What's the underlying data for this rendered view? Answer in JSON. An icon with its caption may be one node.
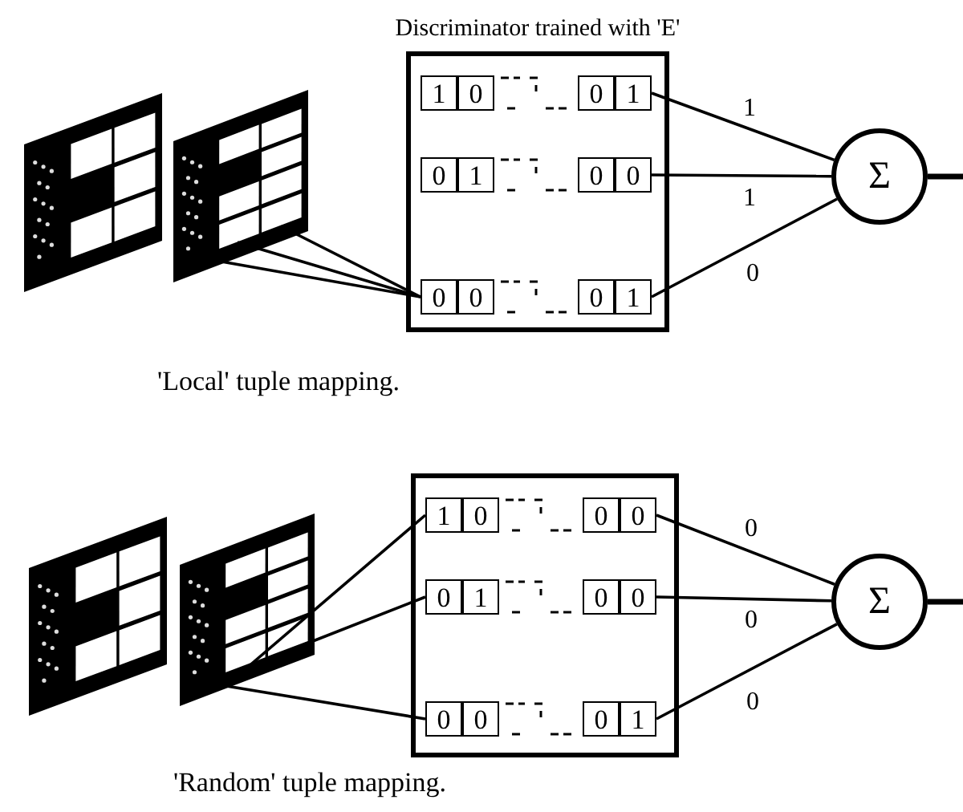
{
  "diagram": {
    "nodes": [
      {
        "text": [],
        "shape": "picture"
      },
      {
        "text": [],
        "shape": "picture"
      },
      {
        "text": [
          "Discriminator trained with 'E'"
        ]
      },
      {
        "text": [
          "1"
        ],
        "in": 2
      },
      {
        "text": [
          "0"
        ],
        "in": 2
      },
      {
        "text": [
          "0"
        ],
        "in": 2
      },
      {
        "text": [
          "1"
        ],
        "in": 2
      },
      {
        "text": [
          "0"
        ],
        "in": 2
      },
      {
        "text": [
          "1"
        ],
        "in": 2
      },
      {
        "text": [
          "0"
        ],
        "in": 2
      },
      {
        "text": [
          "0"
        ],
        "in": 2
      },
      {
        "text": [
          "0"
        ],
        "in": 2
      },
      {
        "text": [
          "0"
        ],
        "in": 2
      },
      {
        "text": [
          "0"
        ],
        "in": 2
      },
      {
        "text": [
          "1"
        ],
        "in": 2
      },
      {
        "text": [
          "Σ"
        ]
      },
      {
        "text": [],
        "shape": "picture"
      },
      {
        "text": [],
        "shape": "picture"
      },
      {
        "text": [],
        "shape": "box"
      },
      {
        "text": [
          "1"
        ],
        "in": 18
      },
      {
        "text": [
          "0"
        ],
        "in": 18
      },
      {
        "text": [
          "0"
        ],
        "in": 18
      },
      {
        "text": [
          "0"
        ],
        "in": 18
      },
      {
        "text": [
          "0"
        ],
        "in": 18
      },
      {
        "text": [
          "1"
        ],
        "in": 18
      },
      {
        "text": [
          "0"
        ],
        "in": 18
      },
      {
        "text": [
          "0"
        ],
        "in": 18
      },
      {
        "text": [
          "0"
        ],
        "in": 18
      },
      {
        "text": [
          "0"
        ],
        "in": 18
      },
      {
        "text": [
          "0"
        ],
        "in": 18
      },
      {
        "text": [
          "1"
        ],
        "in": 18
      },
      {
        "text": [
          "Σ"
        ]
      }
    ],
    "edges": [
      {
        "from": 1,
        "to": 11,
        "arrow": "none"
      },
      {
        "from": 1,
        "to": 11,
        "arrow": "none"
      },
      {
        "from": 1,
        "to": 11,
        "arrow": "none"
      },
      {
        "from": 6,
        "to": 15,
        "arrow": "none",
        "label": "1"
      },
      {
        "from": 10,
        "to": 15,
        "arrow": "none",
        "label": "1"
      },
      {
        "from": 14,
        "to": 15,
        "arrow": "none",
        "label": "0"
      },
      {
        "from": 15,
        "to": null,
        "arrow": "none",
        "style": "thick"
      },
      {
        "from": 17,
        "to": 19,
        "arrow": "none"
      },
      {
        "from": 17,
        "to": 23,
        "arrow": "none"
      },
      {
        "from": 17,
        "to": 27,
        "arrow": "none"
      },
      {
        "from": 22,
        "to": 31,
        "arrow": "none",
        "label": "0"
      },
      {
        "from": 26,
        "to": 31,
        "arrow": "none",
        "label": "0"
      },
      {
        "from": 30,
        "to": 31,
        "arrow": "none",
        "label": "0"
      },
      {
        "from": 31,
        "to": null,
        "arrow": "none",
        "style": "thick"
      }
    ],
    "labels": [
      "'Local' tuple mapping.",
      "'Random' tuple mapping."
    ]
  }
}
